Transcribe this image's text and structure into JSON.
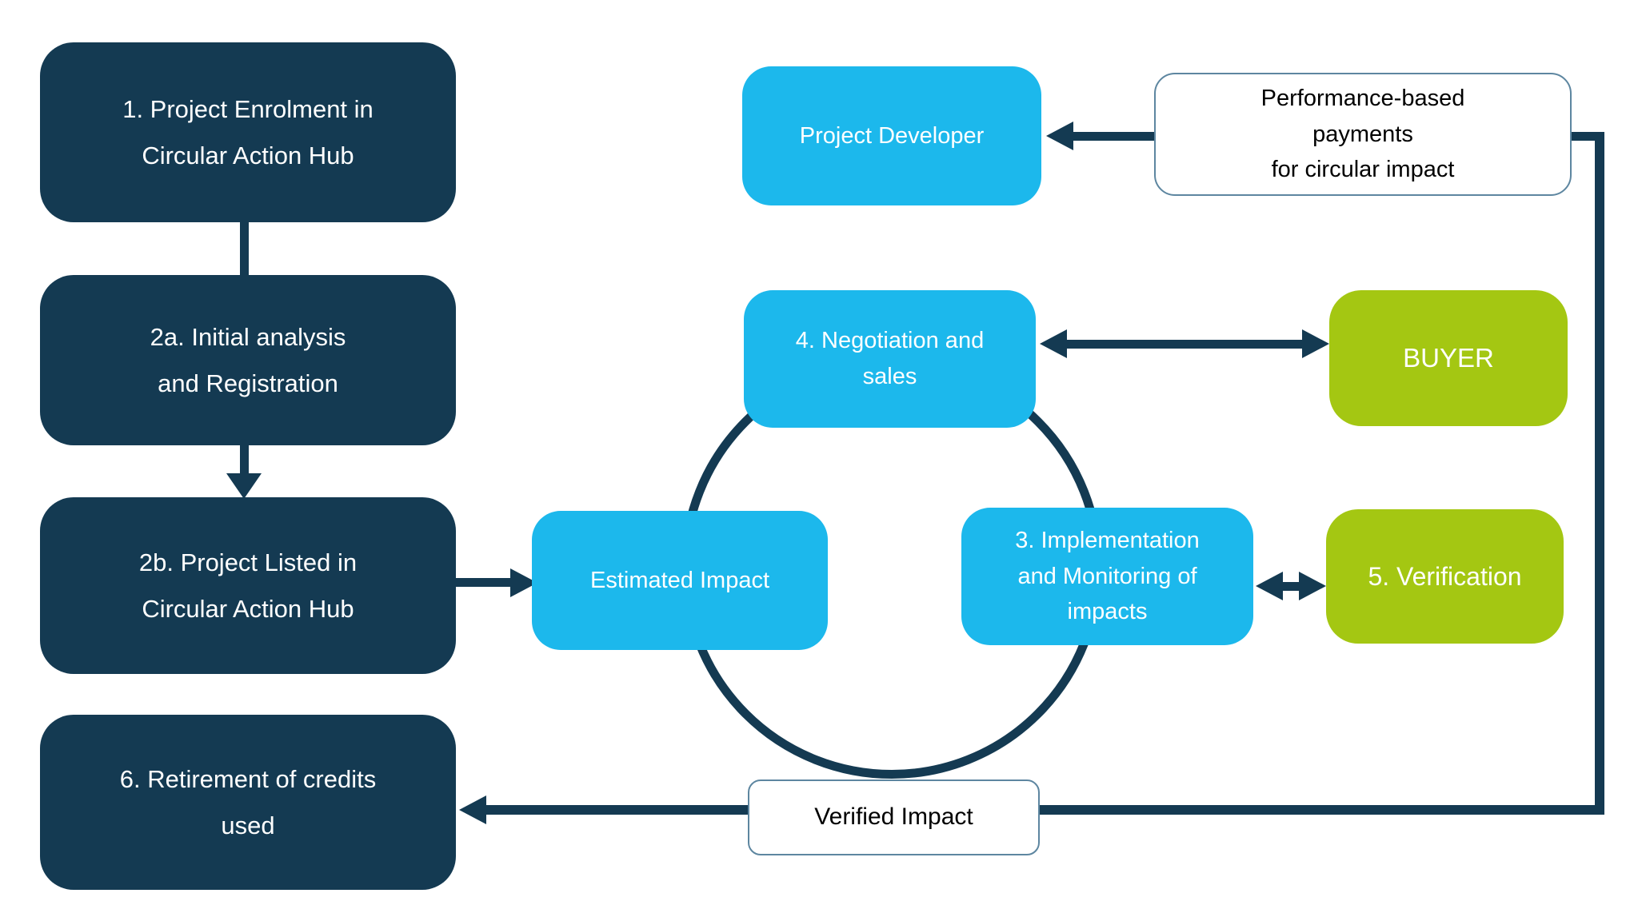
{
  "colors": {
    "navy": "#143a52",
    "cyan": "#1cb8ec",
    "green": "#a4c712",
    "white_box_border": "#5d86a0",
    "text_on_color": "#ffffff",
    "text_on_white": "#000000",
    "background": "#ffffff"
  },
  "nodes": {
    "enrolment": {
      "label": "1. Project Enrolment in\nCircular Action Hub"
    },
    "initial_analysis": {
      "label": "2a. Initial analysis\nand Registration"
    },
    "project_listed": {
      "label": "2b. Project Listed in\nCircular Action Hub"
    },
    "retirement": {
      "label": "6. Retirement of credits\nused"
    },
    "estimated_impact": {
      "label": "Estimated Impact"
    },
    "project_developer": {
      "label": "Project Developer"
    },
    "negotiation": {
      "label": "4. Negotiation and\nsales"
    },
    "implementation": {
      "label": "3. Implementation\nand Monitoring of\nimpacts"
    },
    "verified_impact": {
      "label": "Verified Impact"
    },
    "performance_payments": {
      "label": "Performance-based\npayments\nfor circular impact"
    },
    "buyer": {
      "label": "BUYER"
    },
    "verification": {
      "label": "5. Verification"
    }
  }
}
